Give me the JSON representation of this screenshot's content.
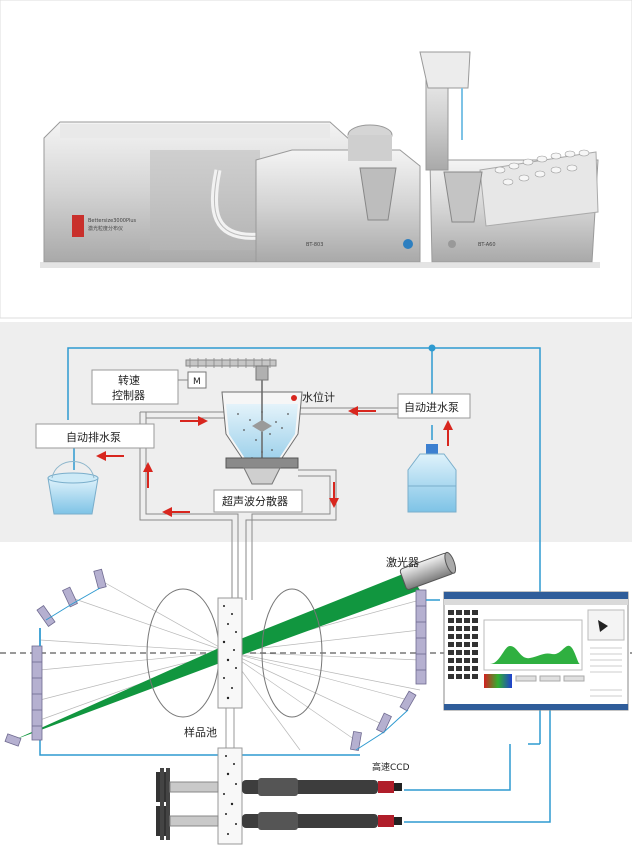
{
  "instrument": {
    "brand_text": "Bettersize3000Plus",
    "brand_sub": "激光粒度分布仪",
    "module_left": "BT-803",
    "module_right": "BT-A60"
  },
  "labels": {
    "speed_controller_line1": "转速",
    "speed_controller_line2": "控制器",
    "motor": "M",
    "water_level": "水位计",
    "auto_inlet_pump": "自动进水泵",
    "auto_drain_pump": "自动排水泵",
    "ultrasonic_disperser": "超声波分散器",
    "laser": "激光器",
    "sample_cell": "样品池",
    "high_speed_ccd": "高速CCD"
  },
  "colors": {
    "pipe": "#2e9ad0",
    "arrow": "#d8261e",
    "beam": "#11963f",
    "detector": "#b5b0d0",
    "panel_bg": "#eeeeee"
  }
}
